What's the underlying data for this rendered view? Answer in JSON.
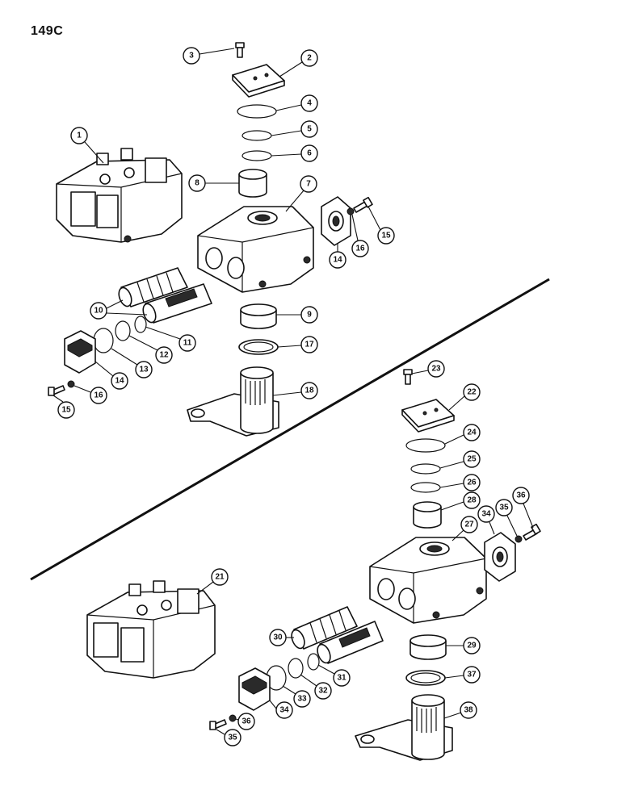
{
  "page": {
    "title": "149C"
  },
  "callouts": {
    "upper": [
      "1",
      "2",
      "3",
      "4",
      "5",
      "6",
      "7",
      "8",
      "9",
      "10",
      "11",
      "12",
      "13",
      "14",
      "14",
      "15",
      "15",
      "16",
      "16",
      "17",
      "18"
    ],
    "lower": [
      "21",
      "22",
      "23",
      "24",
      "25",
      "26",
      "27",
      "28",
      "29",
      "30",
      "31",
      "32",
      "33",
      "34",
      "34",
      "35",
      "35",
      "36",
      "36",
      "37",
      "38"
    ]
  }
}
